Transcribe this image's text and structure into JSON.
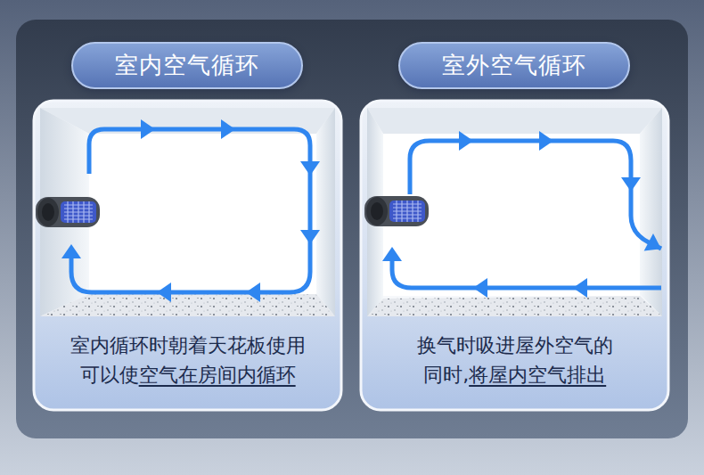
{
  "diagram": {
    "nodes": [
      {
        "text": [
          "室内循环时朝着天花板使用可以使",
          "空气在房间内循环"
        ]
      },
      {
        "text": [
          "室内空气循环"
        ],
        "in": 0
      },
      {
        "text": [
          "换气时吸进屋外空气的同时,",
          "将屋内空气排出"
        ]
      },
      {
        "text": [
          "室外空气循环"
        ],
        "in": 2
      }
    ]
  }
}
